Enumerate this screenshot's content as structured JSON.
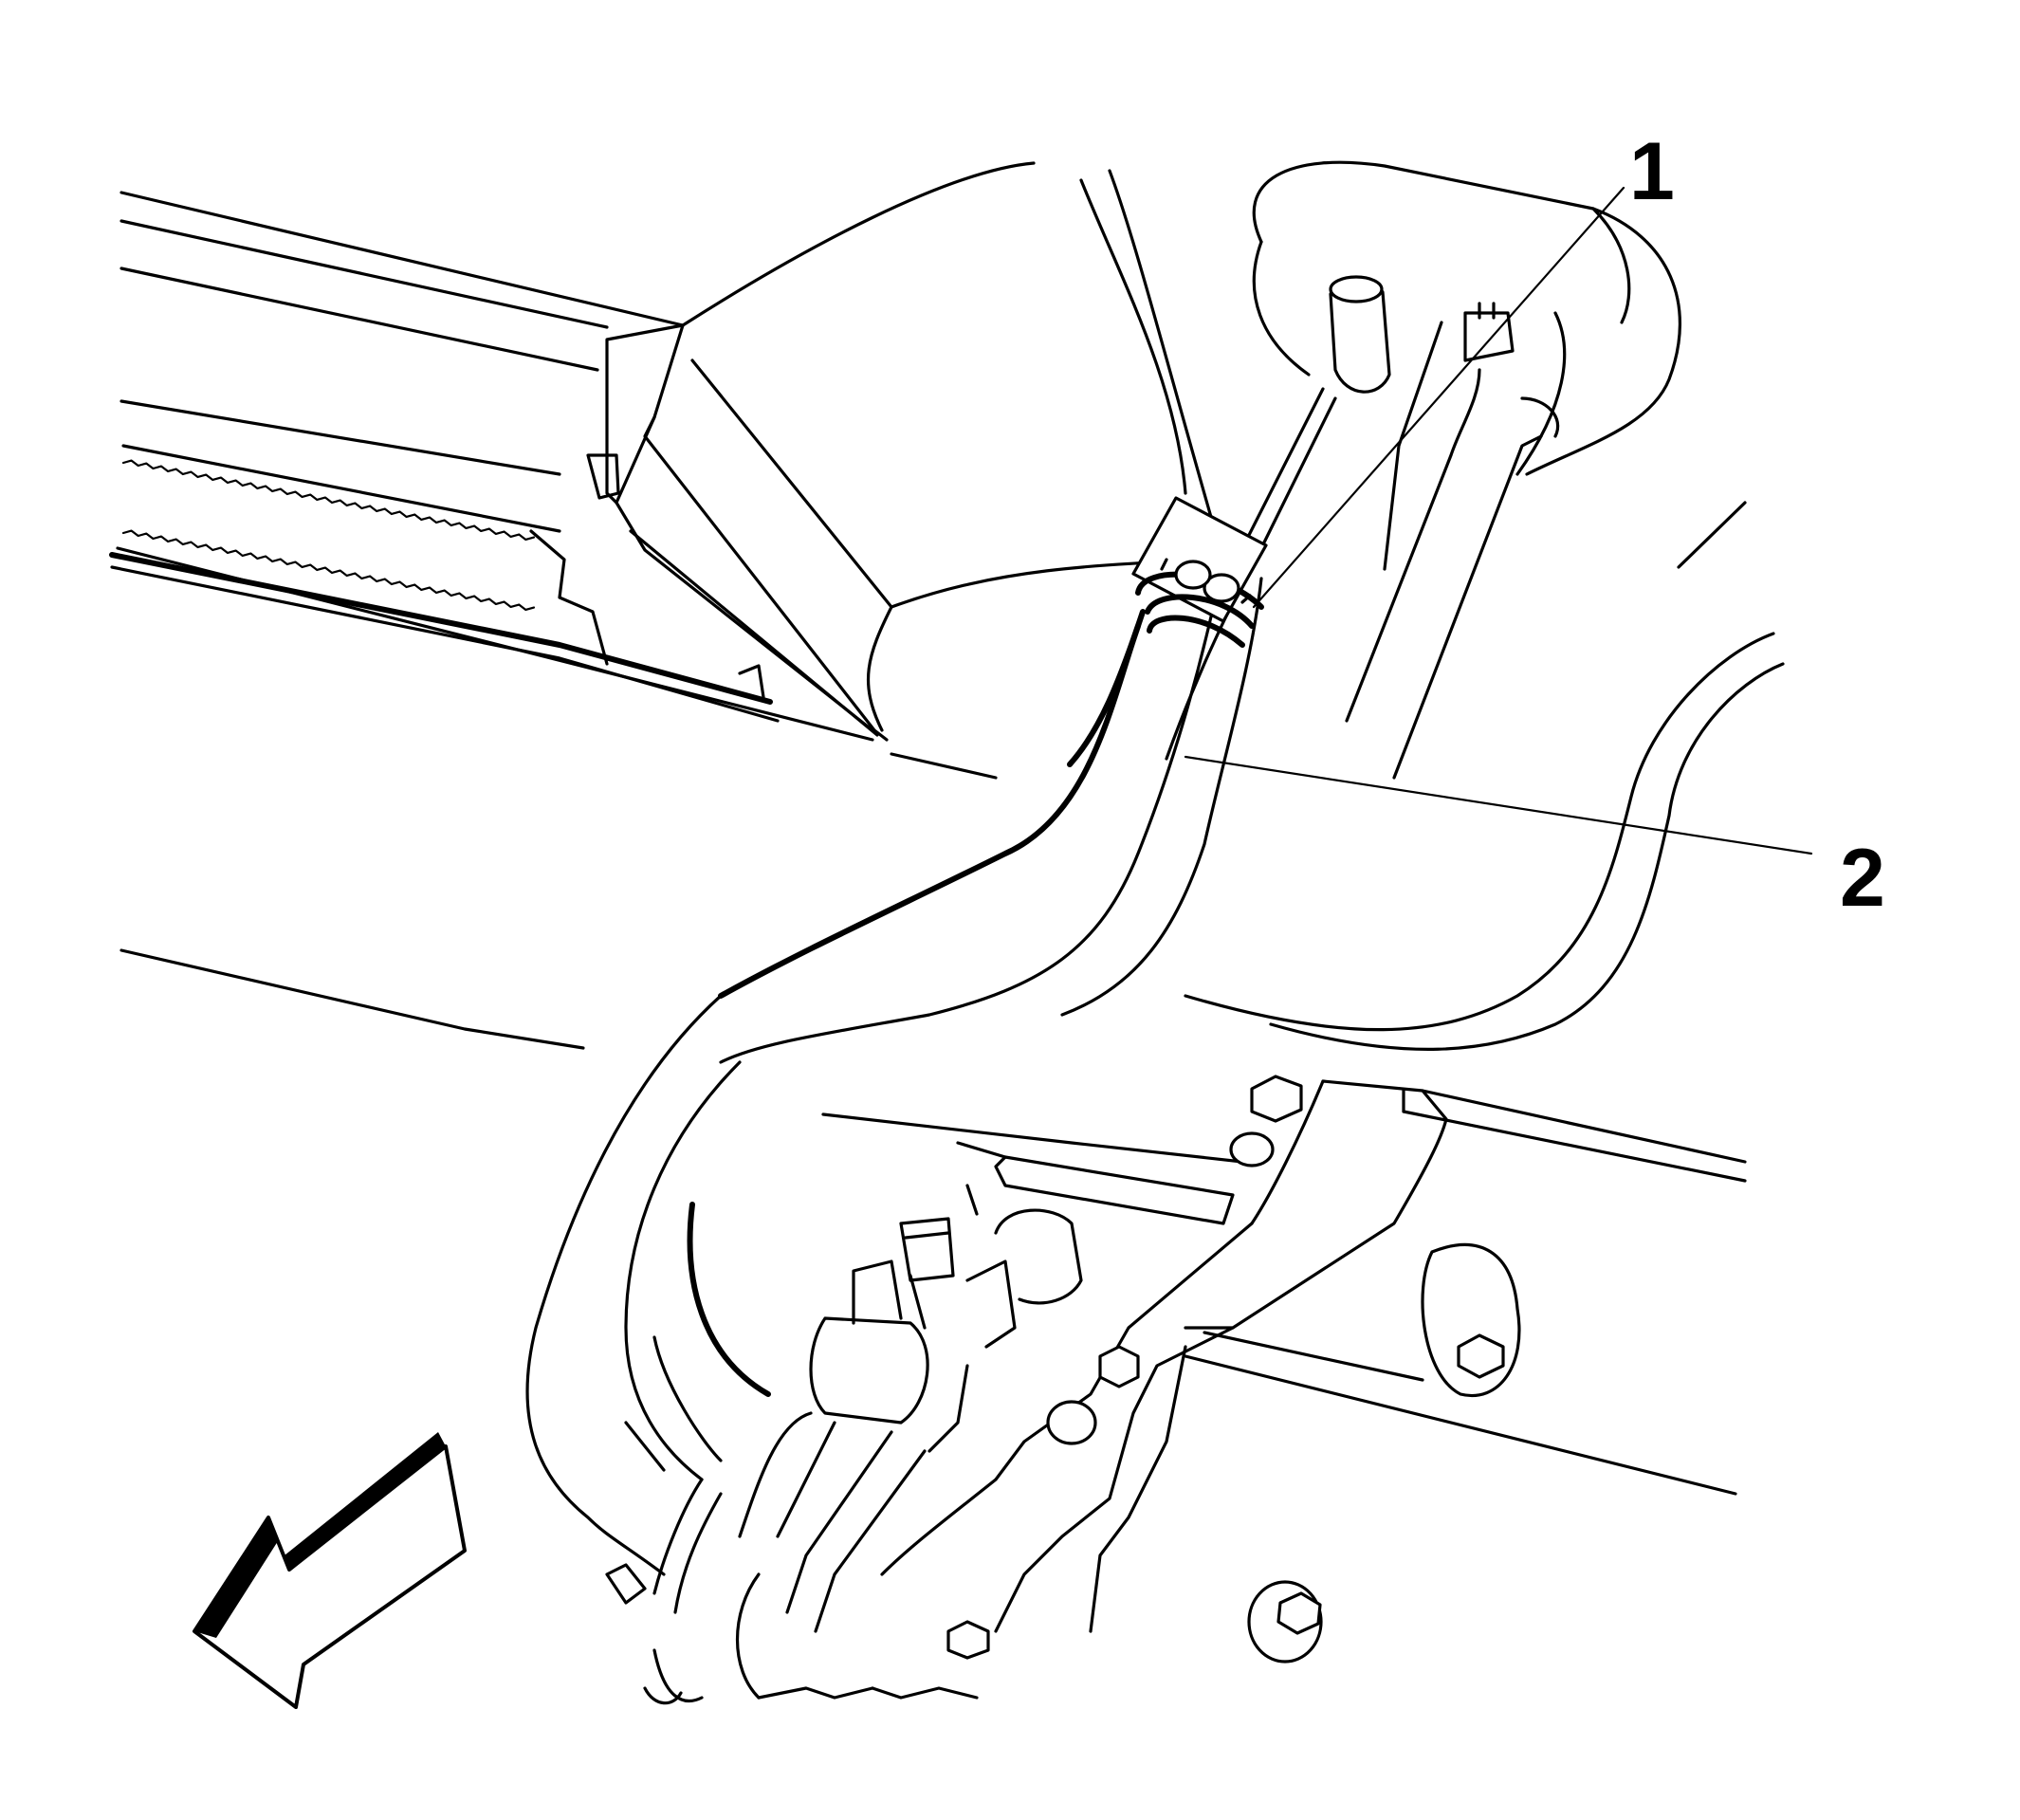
{
  "figure": {
    "callouts": [
      {
        "id": "1",
        "label": "1"
      },
      {
        "id": "2",
        "label": "2"
      }
    ],
    "direction_arrow": {
      "icon": "front-direction-arrow-icon"
    },
    "colors": {
      "line": "#000000",
      "background": "#ffffff"
    }
  }
}
